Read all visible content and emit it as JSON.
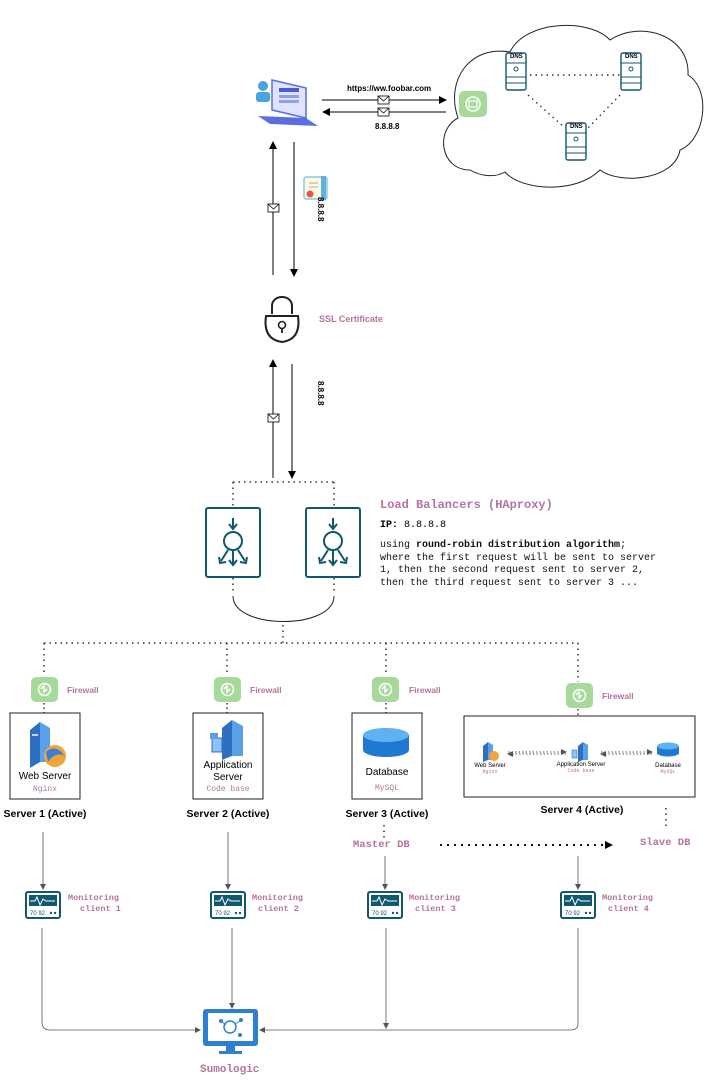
{
  "client": {
    "url": "https://ww.foobar.com",
    "ip_response": "8.8.8.8",
    "ip_label_vertical_1": "8.8.8.8",
    "ip_label_vertical_2": "8.8.8.8"
  },
  "dns": {
    "server_labels": [
      "DNS",
      "DNS",
      "DNS"
    ]
  },
  "ssl": {
    "label": "SSL Certificate"
  },
  "load_balancer": {
    "title": "Load Balancers (HAproxy)",
    "ip_key": "IP:",
    "ip_value": "8.8.8.8",
    "desc_prefix": "using ",
    "desc_bold": "round-robin distribution algorithm",
    "desc_suffix": ";",
    "desc_line2": "where the first request will be sent to server",
    "desc_line3": "1, then the second request sent to server 2,",
    "desc_line4": "then the third request sent to server 3 ..."
  },
  "firewalls": [
    "Firewall",
    "Firewall",
    "Firewall",
    "Firewall"
  ],
  "servers": [
    {
      "title": "Web Server",
      "subtitle": "Nginx",
      "caption": "Server 1 (Active)"
    },
    {
      "title_line1": "Application",
      "title_line2": "Server",
      "subtitle": "Code base",
      "caption": "Server 2 (Active)"
    },
    {
      "title": "Database",
      "subtitle": "MySQL",
      "caption": "Server 3 (Active)"
    },
    {
      "caption": "Server 4 (Active)",
      "mini": [
        {
          "title": "Web Server",
          "subtitle": "Nginx"
        },
        {
          "title": "Application Server",
          "subtitle": "Code base"
        },
        {
          "title": "Database",
          "subtitle": "MySQL"
        }
      ]
    }
  ],
  "replication": {
    "master": "Master DB",
    "slave": "Slave DB"
  },
  "monitoring": [
    {
      "line1": "Monitoring",
      "line2": "client 1",
      "readout": "70 92"
    },
    {
      "line1": "Monitoring",
      "line2": "client 2",
      "readout": "70 92"
    },
    {
      "line1": "Monitoring",
      "line2": "client 3",
      "readout": "70 92"
    },
    {
      "line1": "Monitoring",
      "line2": "client 4",
      "readout": "70 92"
    }
  ],
  "sumologic": {
    "label": "Sumologic"
  },
  "colors": {
    "accent_pink": "#b5739d",
    "teal_dark": "#10586d",
    "firewall_green": "#a6d99a",
    "db_blue": "#1f78d1",
    "sumologic_blue": "#2d7fd6"
  }
}
